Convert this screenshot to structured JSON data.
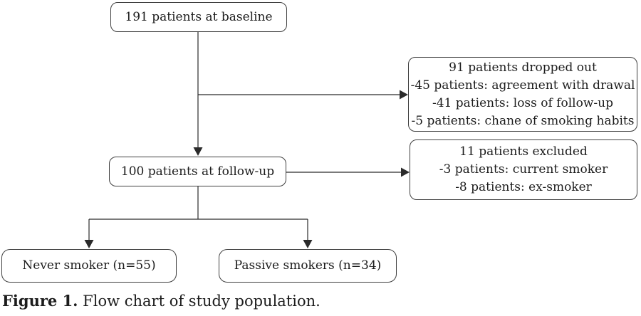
{
  "figure": {
    "caption_label": "Figure 1.",
    "caption_text": " Flow chart of study population."
  },
  "flowchart": {
    "colors": {
      "line": "#2b2b2b",
      "box_border": "#3f3f3f",
      "box_fill": "#ffffff",
      "text": "#1c1c1c",
      "background": "#ffffff"
    },
    "boxes": {
      "baseline": {
        "label": "191 patients at baseline"
      },
      "dropped": {
        "title": "91 patients dropped out",
        "lines": [
          "-45 patients: agreement with drawal",
          "-41 patients: loss of follow-up",
          "-5 patients: chane of smoking habits"
        ]
      },
      "followup": {
        "label": "100 patients at follow-up"
      },
      "excluded": {
        "title": "11 patients excluded",
        "lines": [
          "-3 patients: current smoker",
          "-8 patients: ex-smoker"
        ]
      },
      "never": {
        "label": "Never smoker (n=55)"
      },
      "passive": {
        "label": "Passive smokers (n=34)"
      }
    }
  }
}
